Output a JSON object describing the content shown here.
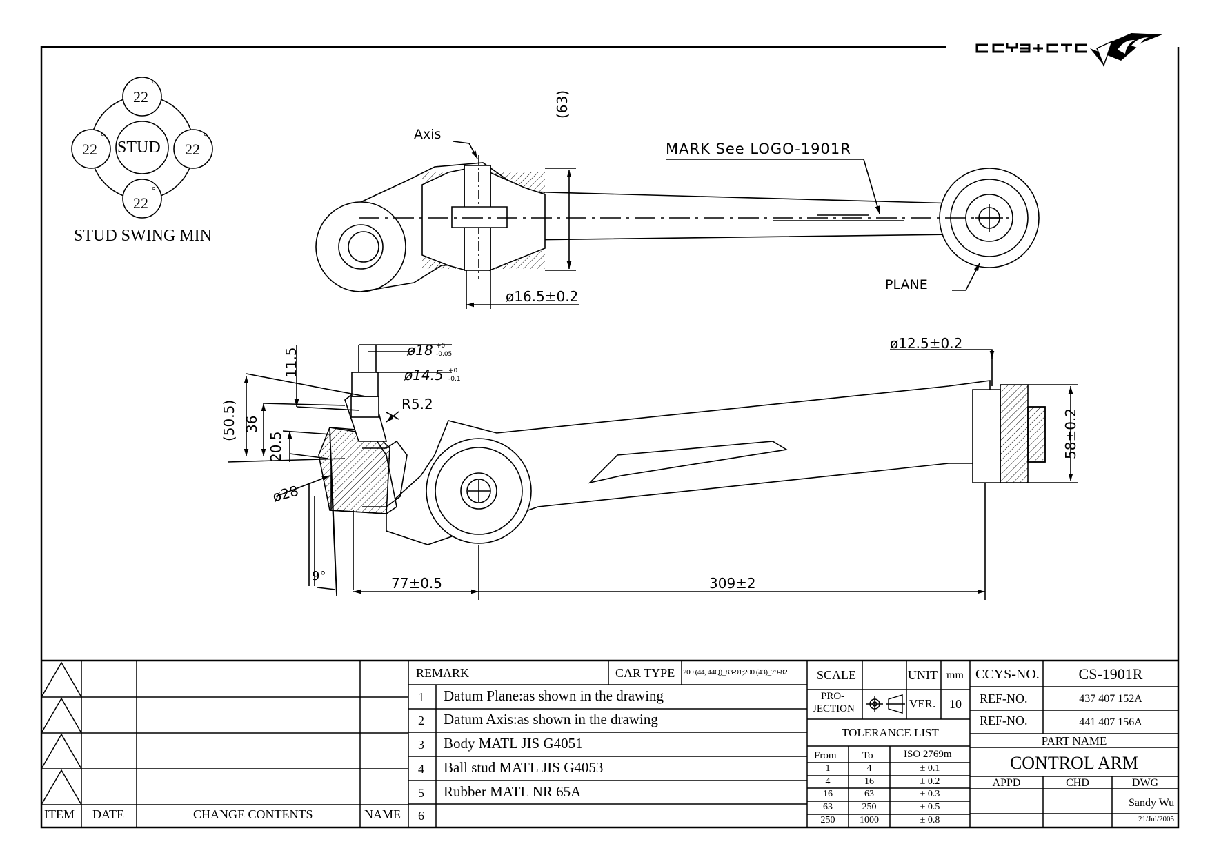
{
  "brand": {
    "text": "CCYS+CTC",
    "logo": "ccys-ctc-wing-logo"
  },
  "stud_swing": {
    "title": "STUD SWING MIN",
    "center": "STUD",
    "angles": [
      "22",
      "22",
      "22",
      "22"
    ],
    "degree_mark": "°"
  },
  "top_view": {
    "axis_label": "Axis",
    "mark_label": "MARK See LOGO-1901R",
    "plane_label": "PLANE",
    "dim_63": "(63)",
    "dim_d165": "ø16.5±0.2"
  },
  "front_view": {
    "dim_d18": "ø18",
    "dim_d18_tol": [
      "+0",
      "-0.05"
    ],
    "dim_d145": "ø14.5",
    "dim_d145_tol": [
      "+0",
      "-0.1"
    ],
    "dim_r52": "R5.2",
    "dim_115": "11.5",
    "dim_505": "(50.5)",
    "dim_36": "36",
    "dim_205": "20.5",
    "dim_d28": "ø28",
    "dim_9deg": "9°",
    "dim_77": "77±0.5",
    "dim_309": "309±2",
    "dim_d125": "ø12.5±0.2",
    "dim_58": "58±0.2"
  },
  "revision_table": {
    "headers": [
      "ITEM",
      "DATE",
      "CHANGE CONTENTS",
      "NAME"
    ]
  },
  "remarks": {
    "header": "REMARK",
    "car_type_label": "CAR TYPE",
    "car_type_value": "200 (44, 44Q)_83-91;200 (43)_79-82",
    "items": [
      {
        "no": "1",
        "text": "Datum Plane:as shown in the drawing"
      },
      {
        "no": "2",
        "text": "Datum Axis:as shown in the drawing"
      },
      {
        "no": "3",
        "text": "Body MATL JIS G4051"
      },
      {
        "no": "4",
        "text": "Ball stud MATL JIS G4053"
      },
      {
        "no": "5",
        "text": "Rubber MATL NR 65A"
      },
      {
        "no": "6",
        "text": ""
      }
    ]
  },
  "title_block": {
    "scale_label": "SCALE",
    "unit_label": "UNIT",
    "unit_value": "mm",
    "projection_label": [
      "PRO-",
      "JECTION"
    ],
    "ver_label": "VER.",
    "ver_value": "10",
    "tolerance_title": "TOLERANCE LIST",
    "tol_headers": [
      "From",
      "To",
      "ISO 2769m"
    ],
    "tolerances": [
      [
        "1",
        "4",
        "± 0.1"
      ],
      [
        "4",
        "16",
        "± 0.2"
      ],
      [
        "16",
        "63",
        "± 0.3"
      ],
      [
        "63",
        "250",
        "± 0.5"
      ],
      [
        "250",
        "1000",
        "± 0.8"
      ]
    ],
    "ccys_no_label": "CCYS-NO.",
    "ccys_no_value": "CS-1901R",
    "ref_no_label": "REF-NO.",
    "ref_no_1": "437 407 152A",
    "ref_no_2": "441 407 156A",
    "part_name_label": "PART NAME",
    "part_name": "CONTROL ARM",
    "appd_label": "APPD",
    "chd_label": "CHD",
    "dwg_label": "DWG",
    "drawn_by": "Sandy Wu",
    "date": "21/Jul/2005"
  }
}
